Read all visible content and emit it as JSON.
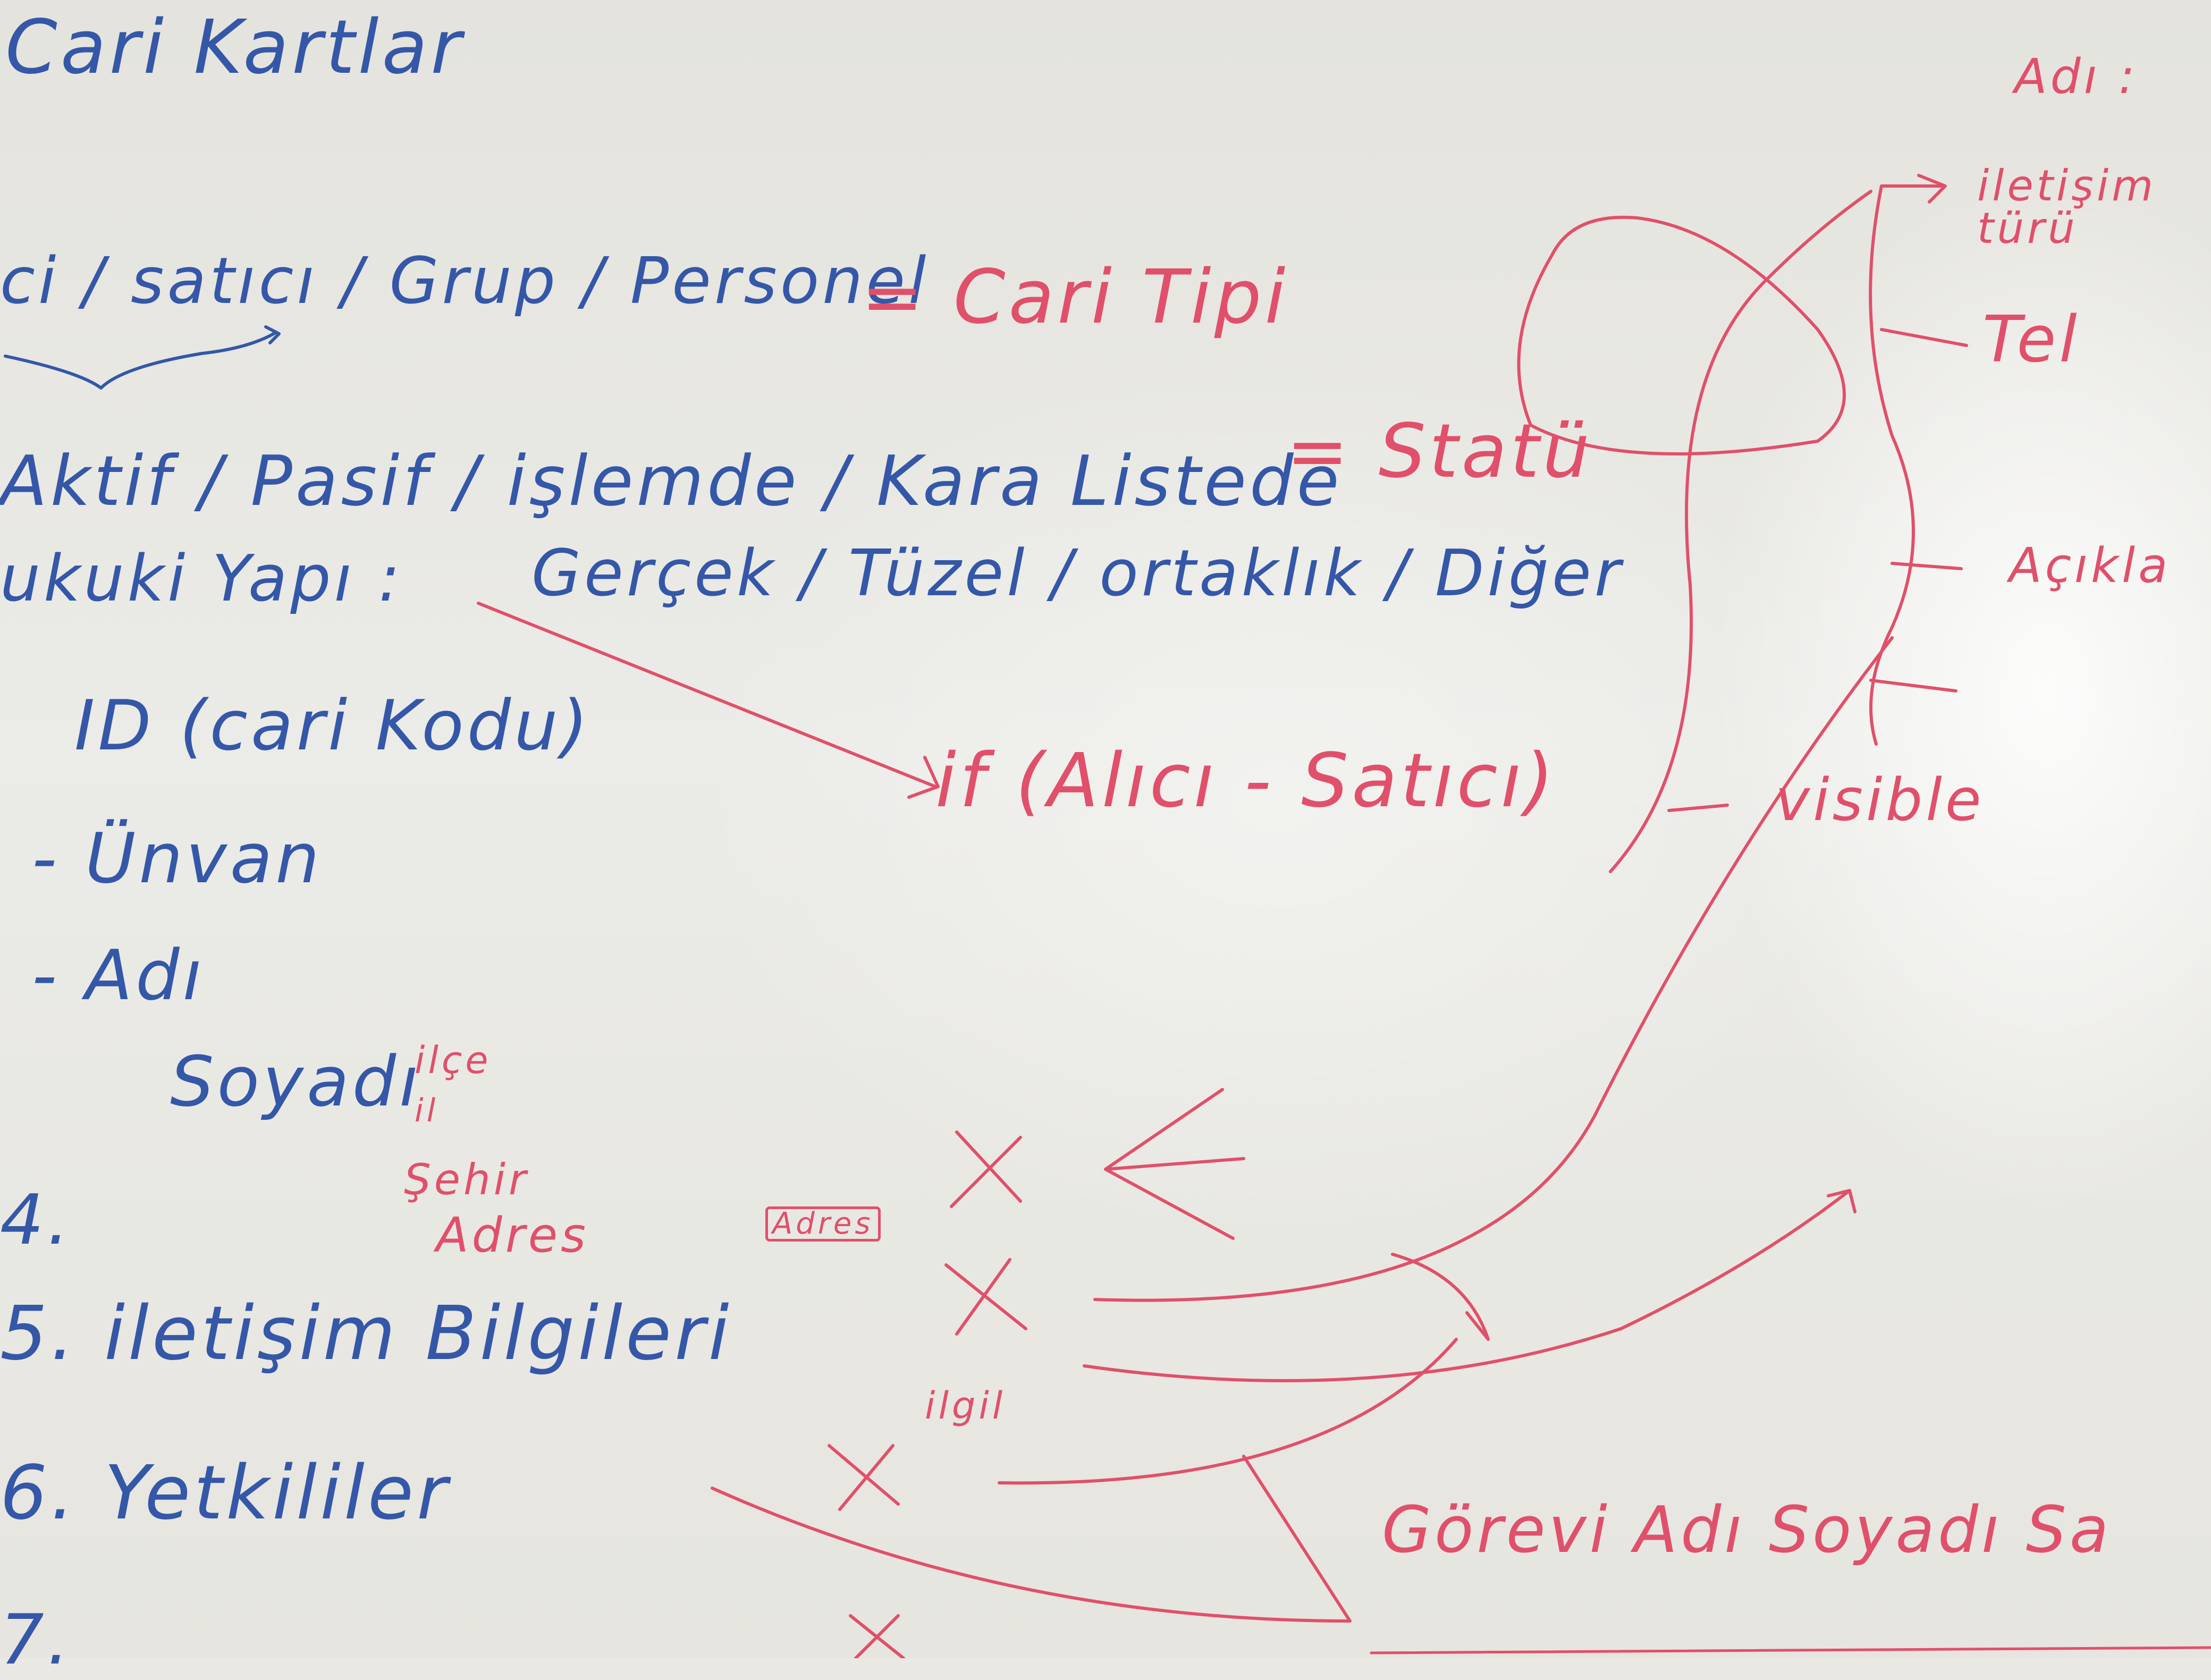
{
  "whiteboard": {
    "blue_text": {
      "title": "Cari Kartlar",
      "types": "ci / satıcı / Grup / Personel",
      "status_options": "Aktif / Pasif / işlemde / Kara Listede",
      "legal_label": "ukuki Yapı :",
      "legal_options": "Gerçek / Tüzel / ortaklık / Diğer",
      "item_id": "ID (cari Kodu)",
      "item_unvan": "- Ünvan",
      "item_adi": "- Adı",
      "item_soyadi": "Soyadı",
      "item_4_num": "4.",
      "item_5": "5. iletişim Bilgileri",
      "item_6": "6. Yetkililer",
      "item_7": "7."
    },
    "red_text": {
      "cari_tipi": "= Cari Tipi",
      "statu": "= Statü",
      "if_rule": "if (Alıcı - Satıcı)",
      "visible": "visible",
      "adi_right": "Adı :",
      "iletisim_turu": "iletişim türü",
      "tel": "Tel",
      "aciklama": "Açıkla",
      "ilce": "ilçe",
      "il": "il",
      "sehir": "Şehir",
      "adres": "Adres",
      "adres_box": "Adres",
      "ilgili": "ilgil",
      "gorevi_row": "Görevi Adı Soyadı Sa"
    },
    "colors": {
      "blue_marker": "#3457a8",
      "red_marker": "#e0506a",
      "board": "#e9e8e3"
    }
  }
}
